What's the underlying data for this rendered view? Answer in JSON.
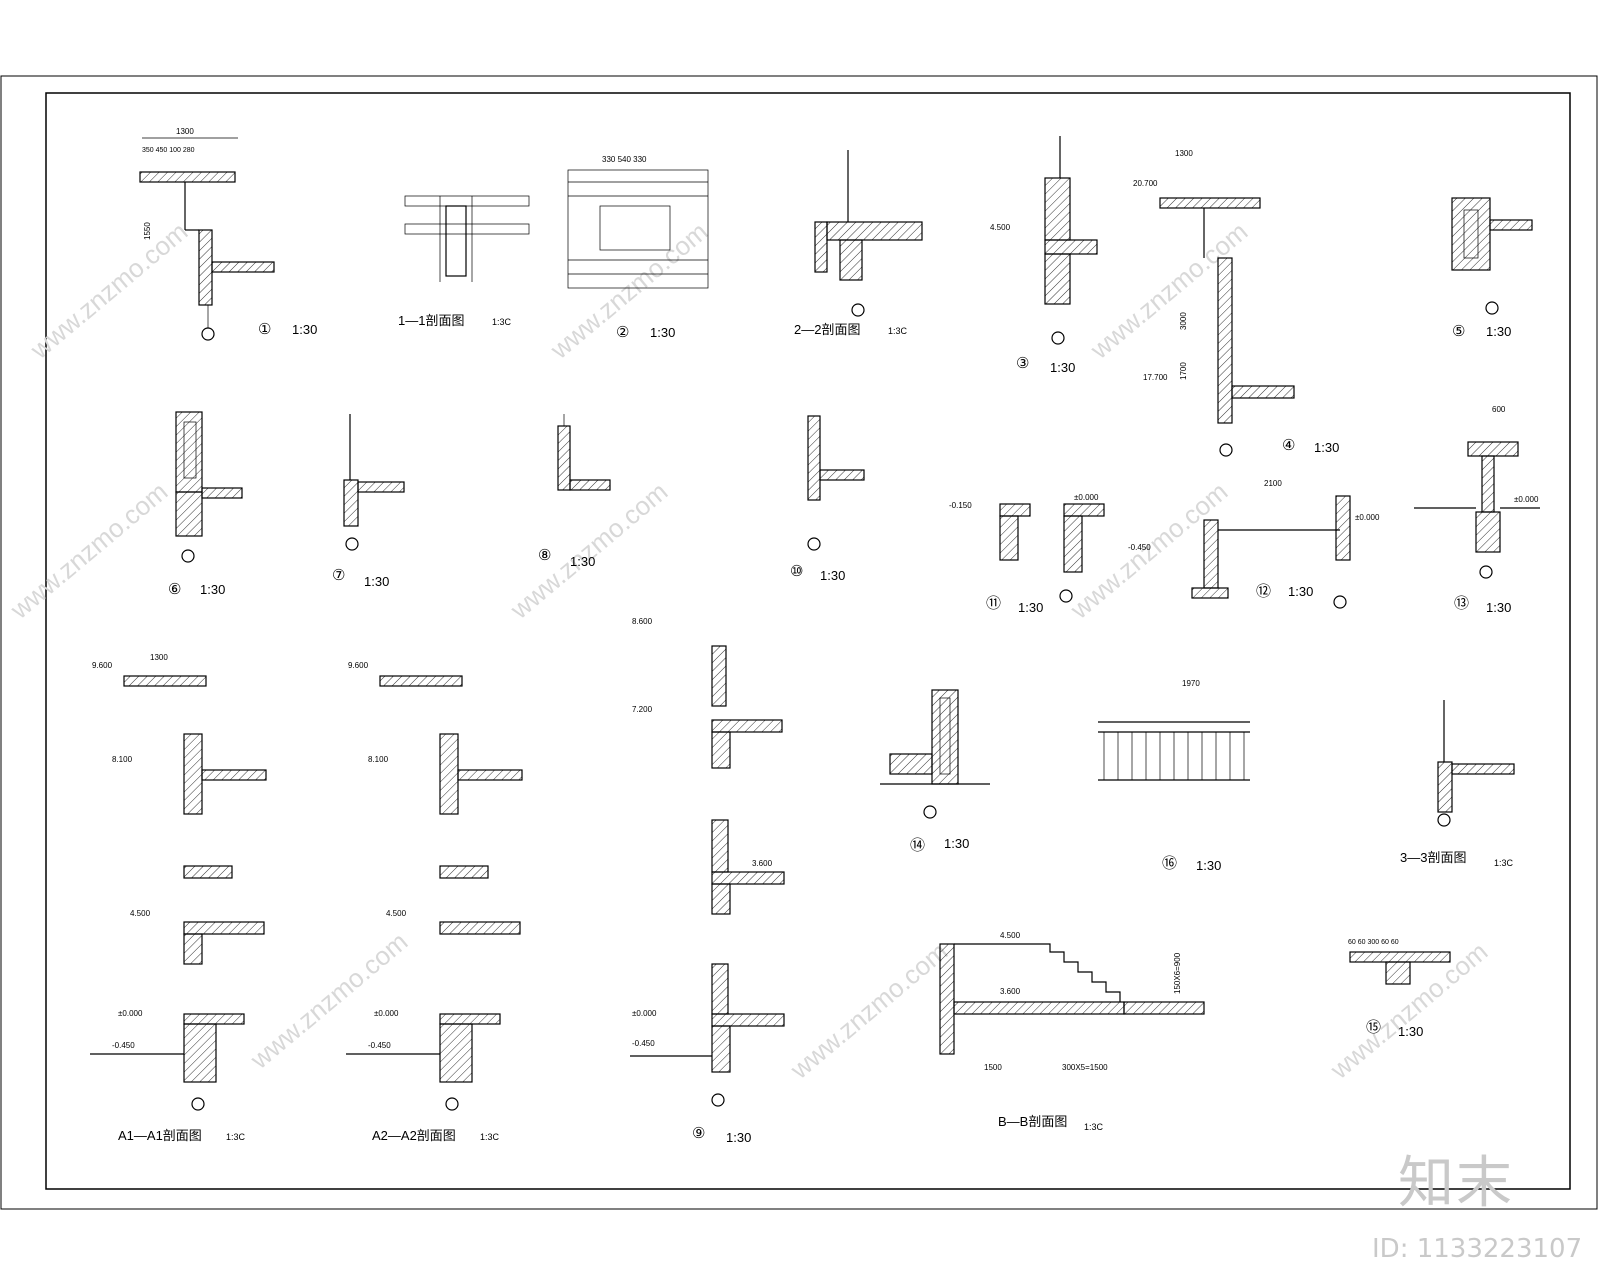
{
  "sheet": {
    "details": [
      {
        "id": "d1",
        "number": "①",
        "scale": "1:30"
      },
      {
        "id": "d2",
        "number": "②",
        "scale": "1:30"
      },
      {
        "id": "d3",
        "number": "③",
        "scale": "1:30"
      },
      {
        "id": "d4",
        "number": "④",
        "scale": "1:30"
      },
      {
        "id": "d5",
        "number": "⑤",
        "scale": "1:30"
      },
      {
        "id": "d6",
        "number": "⑥",
        "scale": "1:30"
      },
      {
        "id": "d7",
        "number": "⑦",
        "scale": "1:30"
      },
      {
        "id": "d8",
        "number": "⑧",
        "scale": "1:30"
      },
      {
        "id": "d9",
        "number": "⑨",
        "scale": "1:30"
      },
      {
        "id": "d10",
        "number": "⑩",
        "scale": "1:30"
      },
      {
        "id": "d11",
        "number": "⑪",
        "scale": "1:30"
      },
      {
        "id": "d12",
        "number": "⑫",
        "scale": "1:30"
      },
      {
        "id": "d13",
        "number": "⑬",
        "scale": "1:30"
      },
      {
        "id": "d14",
        "number": "⑭",
        "scale": "1:30"
      },
      {
        "id": "d15",
        "number": "⑮",
        "scale": "1:30"
      },
      {
        "id": "d16",
        "number": "⑯",
        "scale": "1:30"
      }
    ],
    "section_titles": {
      "s11": "1—1剖面图",
      "s11_scale": "1:3C",
      "s22": "2—2剖面图",
      "s22_scale": "1:3C",
      "s33": "3—3剖面图",
      "s33_scale": "1:3C",
      "sA1": "A1—A1剖面图",
      "sA1_scale": "1:3C",
      "sA2": "A2—A2剖面图",
      "sA2_scale": "1:3C",
      "sBB": "B—B剖面图",
      "sBB_scale": "1:3C"
    },
    "dims": {
      "d1_top": "1300",
      "d1_sub": "350  450  100  280",
      "d1_h": "1550",
      "d2_top": "330   540   330",
      "d4_top": "1300",
      "d4_elev_top": "20.700",
      "d4_elev_bot": "17.700",
      "d4_h1": "3000",
      "d4_h2": "1700",
      "d3_elev": "4.500",
      "dA1_top": "1300",
      "dA1_elev1": "9.600",
      "dA1_elev2": "8.100",
      "dA1_elev3": "4.500",
      "dA1_elev4": "±0.000",
      "dA1_elev5": "-0.450",
      "dA2_elev1": "9.600",
      "dA2_elev2": "8.100",
      "dA2_elev3": "4.500",
      "dA2_elev4": "±0.000",
      "dA2_elev5": "-0.450",
      "d9_elev1": "8.600",
      "d9_elev2": "7.200",
      "d9_elev3": "3.600",
      "d9_elev4": "±0.000",
      "d9_elev5": "-0.450",
      "d11_elev": "±0.000",
      "d11_elev2": "-0.150",
      "d12_top": "2100",
      "d12_elev": "±0.000",
      "d12_elev2": "-0.450",
      "d13_top": "600",
      "d13_elev": "±0.000",
      "d16_top": "1970",
      "dBB_elev1": "4.500",
      "dBB_elev2": "3.600",
      "dBB_bot": "1500",
      "dBB_bot2": "300X5=1500",
      "dBB_h": "150X6=900",
      "d15_top": "60  60  300  60  60"
    }
  },
  "watermark": {
    "site": "www.znzmo.com",
    "brand": "知末",
    "image_id": "ID: 1133223107"
  }
}
